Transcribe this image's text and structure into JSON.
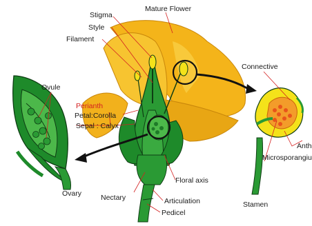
{
  "labels": {
    "mature_flower": "Mature Flower",
    "stigma": "Stigma",
    "style": "Style",
    "filament": "Filament",
    "ovule": "Ovule",
    "perianth": "Perianth",
    "petal": "Petal:Corolla",
    "sepal": "Sepal : Calyx",
    "connective": "Connective",
    "anther": "Anth",
    "microsporangium": "Microsporangiu",
    "stamen": "Stamen",
    "floral_axis": "Floral axis",
    "nectary": "Nectary",
    "articulation": "Articulation",
    "pedicel": "Pedicel",
    "ovary": "Ovary"
  },
  "colors": {
    "petal": "#f4b41a",
    "petal_dark": "#e09a10",
    "green": "#1e8a2a",
    "green_light": "#5cc04a",
    "stroke": "#0f3d14",
    "leader_red": "#d42020",
    "pollen": "#e8541a",
    "anther_yellow": "#f4e21a"
  }
}
